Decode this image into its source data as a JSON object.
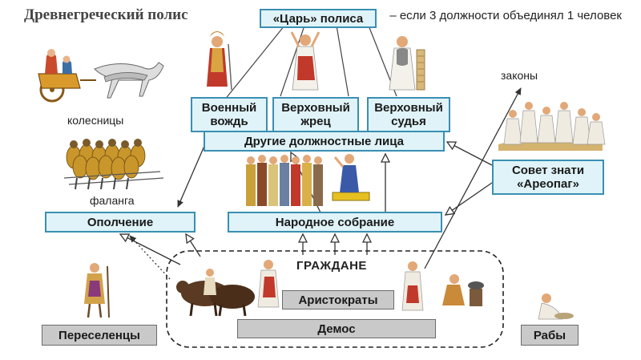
{
  "title": "Древнегреческий полис",
  "note": "– если 3 должности объединял 1 человек",
  "boxes": {
    "king": "«Царь» полиса",
    "military_leader": "Военный вождь",
    "high_priest": "Верховный жрец",
    "high_judge": "Верховный судья",
    "other_officials": "Другие должностные лица",
    "militia": "Ополчение",
    "assembly": "Народное собрание",
    "council": "Совет знати «Ареопаг»",
    "aristocrats": "Аристократы",
    "demos": "Демос",
    "settlers": "Переселенцы",
    "slaves": "Рабы"
  },
  "labels": {
    "chariots": "колесницы",
    "phalanx": "фаланга",
    "laws": "законы",
    "citizens": "ГРАЖДАНЕ"
  },
  "colors": {
    "box_fill": "#dff3f8",
    "box_border": "#3a8fb3",
    "gray_fill": "#c9c9c9",
    "arrow": "#333333"
  },
  "icons": [
    "chariot-illustration",
    "phalanx-illustration",
    "king-figure",
    "priest-figure",
    "judge-figure",
    "assembly-crowd",
    "council-elders",
    "oxen-plowing",
    "settler-figure",
    "slave-figure"
  ]
}
